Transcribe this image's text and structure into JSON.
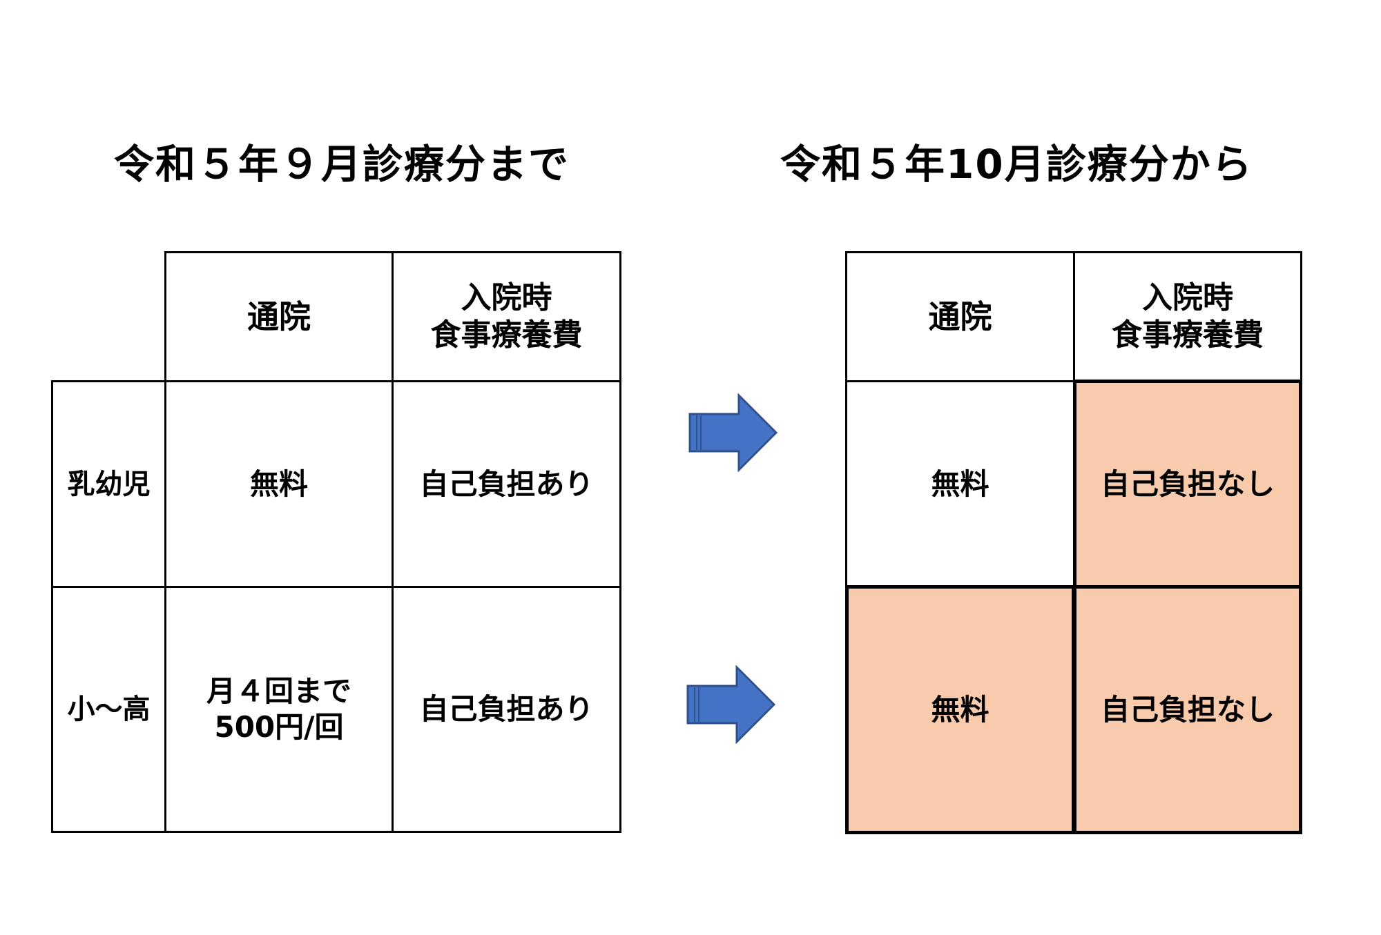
{
  "before": {
    "title": "令和５年９月診療分まで",
    "col_headers": [
      "通院",
      "入院時",
      "食事療養費"
    ],
    "rows": [
      {
        "label": "乳幼児",
        "outpatient": "無料",
        "meal": "自己負担あり"
      },
      {
        "label": "小～高",
        "outpatient_line1": "月４回まで",
        "outpatient_line2": "500円/回",
        "meal": "自己負担あり"
      }
    ]
  },
  "after": {
    "title": "令和５年10月診療分から",
    "col_headers": [
      "通院",
      "入院時",
      "食事療養費"
    ],
    "rows": [
      {
        "outpatient": "無料",
        "meal": "自己負担なし"
      },
      {
        "outpatient": "無料",
        "meal": "自己負担なし"
      }
    ]
  },
  "colors": {
    "highlight": "#f8cbad",
    "arrow_fill": "#4472c4",
    "arrow_stroke": "#2f528f"
  },
  "icons": [
    "right-arrow-icon",
    "right-arrow-icon"
  ]
}
